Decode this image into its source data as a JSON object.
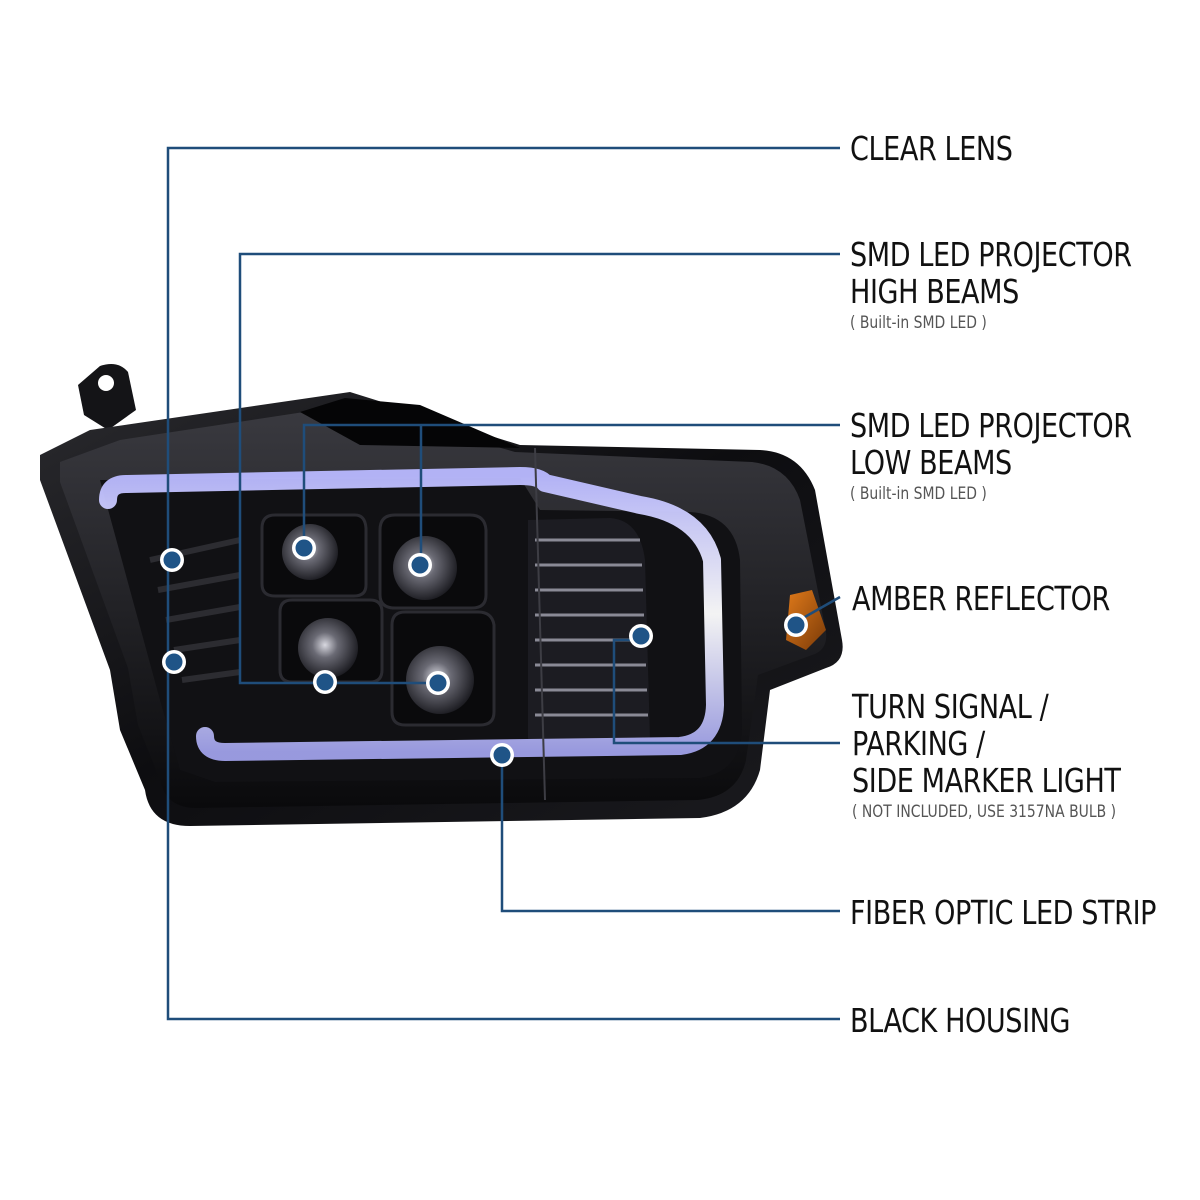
{
  "colors": {
    "leader_line": "#1f4d7a",
    "marker_fill": "#1f5487",
    "marker_ring": "#ffffff",
    "housing": "#0c0c0e",
    "amber": "#c9650f",
    "light_strip": "#e9e9ff",
    "label_text": "#111111",
    "sub_text": "#555555"
  },
  "callouts": [
    {
      "id": "clear-lens",
      "title_lines": [
        "CLEAR LENS"
      ],
      "note": ""
    },
    {
      "id": "high-beams",
      "title_lines": [
        "SMD LED PROJECTOR",
        "HIGH BEAMS"
      ],
      "note": "( Built-in SMD LED )"
    },
    {
      "id": "low-beams",
      "title_lines": [
        "SMD LED PROJECTOR",
        "LOW BEAMS"
      ],
      "note": "( Built-in SMD LED )"
    },
    {
      "id": "amber-reflector",
      "title_lines": [
        "AMBER REFLECTOR"
      ],
      "note": ""
    },
    {
      "id": "turn-signal",
      "title_lines": [
        "TURN SIGNAL /",
        "PARKING /",
        "SIDE MARKER LIGHT"
      ],
      "note": "( NOT INCLUDED, USE  3157NA  BULB )"
    },
    {
      "id": "fiber-optic",
      "title_lines": [
        "FIBER OPTIC LED STRIP"
      ],
      "note": ""
    },
    {
      "id": "black-housing",
      "title_lines": [
        "BLACK HOUSING"
      ],
      "note": ""
    }
  ]
}
